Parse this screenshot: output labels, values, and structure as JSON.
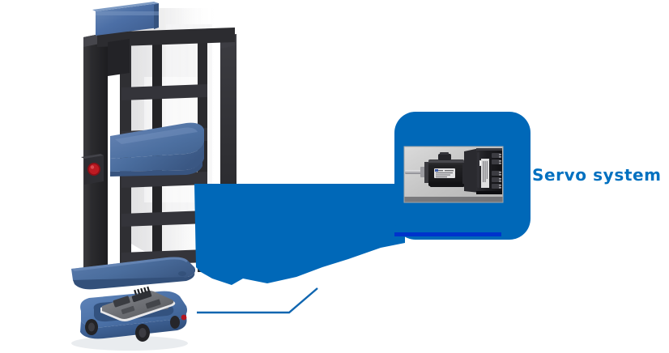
{
  "figure": {
    "type": "annotated-product-diagram",
    "background_color": "#ffffff",
    "accent_color": "#0068b8",
    "label_color": "#0070c0"
  },
  "callout": {
    "label": "Servo system",
    "box_fill": "#0068b8",
    "highlight_line_color": "#0033cc",
    "photo": {
      "name": "servo-motor-and-driver-photo",
      "motor_body_color": "#1c1c1f",
      "driver_body_color": "#232327",
      "photo_background": "#c9c9c9"
    }
  },
  "machine": {
    "name": "vertical-lift-column-machine",
    "frame_color": "#2b2b2e",
    "top_cap_color": "#4b6ea6",
    "platform_color": "#4a6d9e",
    "base_color": "#4a6d9e",
    "indicator_color": "#b31620"
  },
  "agv": {
    "name": "mobile-robot-cart",
    "body_color": "#3f6397",
    "board_color": "#6d6f74",
    "wheel_color": "#2a2a2d",
    "tail_light_color": "#b31620"
  },
  "connectors": {
    "wedge_color": "#0068b8",
    "line_color": "#1066b0",
    "line_width": 2
  }
}
